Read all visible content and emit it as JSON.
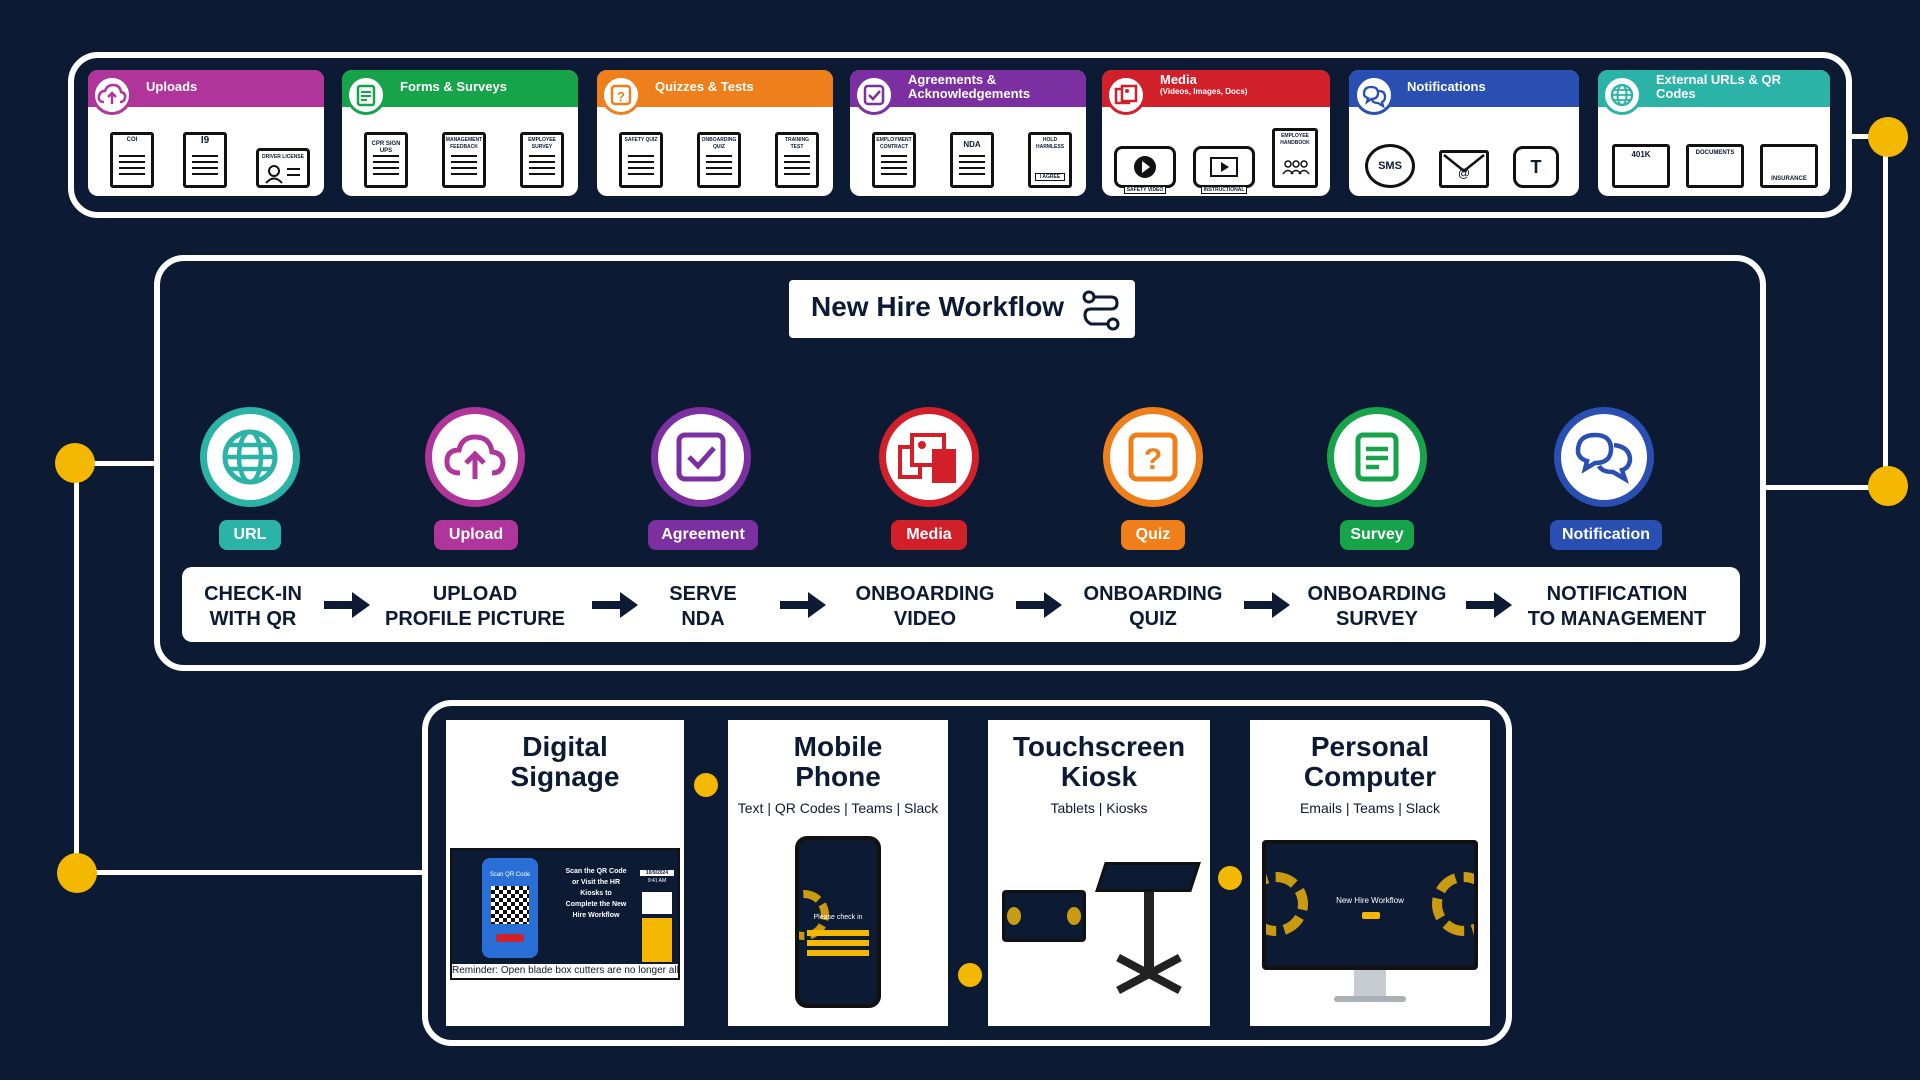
{
  "colors": {
    "background": "#0c1b33",
    "connector_dot": "#f5b800",
    "uploads": "#b0359b",
    "forms": "#16a34a",
    "quizzes": "#ef7f1a",
    "agreements": "#7b2fa0",
    "media": "#d2202b",
    "notifications": "#2a4fb3",
    "external": "#2bb3a8"
  },
  "categories": [
    {
      "title": "Uploads",
      "icon": "cloud-upload-icon",
      "items": [
        "COI",
        "I9",
        "DRIVER LICENSE"
      ]
    },
    {
      "title": "Forms & Surveys",
      "icon": "form-icon",
      "items": [
        "CPR SIGN UPS",
        "MANAGEMENT FEEDBACK",
        "EMPLOYEE SURVEY"
      ]
    },
    {
      "title": "Quizzes & Tests",
      "icon": "question-icon",
      "items": [
        "SAFETY QUIZ",
        "ONBOARDING QUIZ",
        "TRAINING TEST"
      ]
    },
    {
      "title": "Agreements & Acknowledgements",
      "icon": "checkbox-icon",
      "items": [
        "EMPLOYMENT CONTRACT",
        "NDA",
        "HOLD HARMLESS",
        "I AGREE"
      ]
    },
    {
      "title": "Media",
      "subtitle": "(Videos, Images, Docs)",
      "icon": "media-icon",
      "items": [
        "SAFETY VIDEO",
        "INSTRUCTIONAL",
        "EMPLOYEE HANDBOOK"
      ]
    },
    {
      "title": "Notifications",
      "icon": "chat-icon",
      "items": [
        "SMS",
        "@",
        "T"
      ]
    },
    {
      "title": "External URLs & QR Codes",
      "icon": "globe-icon",
      "items": [
        "401K",
        "DOCUMENTS",
        "INSURANCE"
      ]
    }
  ],
  "workflow": {
    "title": "New Hire Workflow",
    "steps": [
      {
        "tag": "URL",
        "icon": "globe-icon",
        "label_line1": "CHECK-IN",
        "label_line2": "WITH QR"
      },
      {
        "tag": "Upload",
        "icon": "cloud-upload-icon",
        "label_line1": "UPLOAD",
        "label_line2": "PROFILE PICTURE"
      },
      {
        "tag": "Agreement",
        "icon": "checkbox-icon",
        "label_line1": "SERVE",
        "label_line2": "NDA"
      },
      {
        "tag": "Media",
        "icon": "media-icon",
        "label_line1": "ONBOARDING",
        "label_line2": "VIDEO"
      },
      {
        "tag": "Quiz",
        "icon": "question-icon",
        "label_line1": "ONBOARDING",
        "label_line2": "QUIZ"
      },
      {
        "tag": "Survey",
        "icon": "form-icon",
        "label_line1": "ONBOARDING",
        "label_line2": "SURVEY"
      },
      {
        "tag": "Notification",
        "icon": "chat-icon",
        "label_line1": "NOTIFICATION",
        "label_line2": "TO MANAGEMENT"
      }
    ]
  },
  "devices": [
    {
      "title_line1": "Digital",
      "title_line2": "Signage",
      "subtitle": "",
      "screen": {
        "qr_label": "Scan QR Code",
        "message": "Scan the QR Code or Visit the HR Kiosks to Complete the New Hire Workflow",
        "date": "10/9/2024",
        "time": "9:41 AM",
        "ticker": "Reminder: Open blade box cutters are no longer allo"
      }
    },
    {
      "title_line1": "Mobile",
      "title_line2": "Phone",
      "subtitle": "Text | QR Codes | Teams | Slack",
      "screen": {
        "heading": "Please check in"
      }
    },
    {
      "title_line1": "Touchscreen",
      "title_line2": "Kiosk",
      "subtitle": "Tablets | Kiosks",
      "screen": {}
    },
    {
      "title_line1": "Personal",
      "title_line2": "Computer",
      "subtitle": "Emails | Teams | Slack",
      "screen": {
        "heading": "New Hire Workflow"
      }
    }
  ]
}
